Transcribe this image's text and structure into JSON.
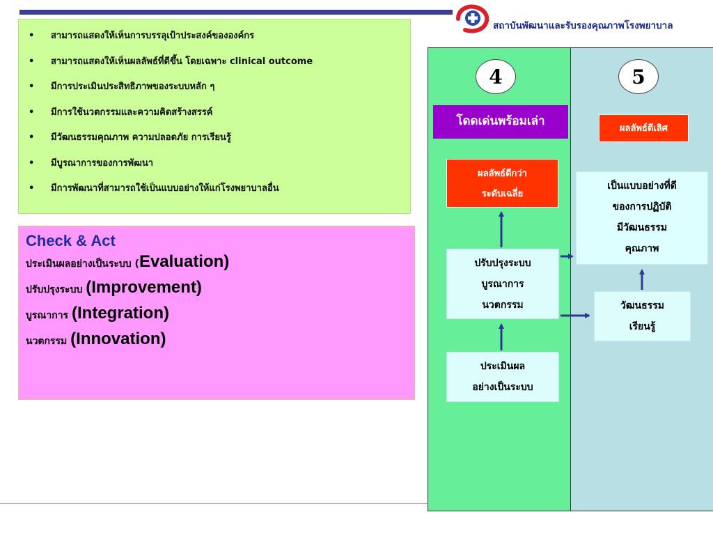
{
  "header": {
    "org_name": "สถาบันพัฒนาและรับรองคุณภาพโรงพยาบาล",
    "colors": {
      "topbar": "#3b3f94",
      "logo_red": "#dd1f2b",
      "logo_blue": "#2a4aa8"
    }
  },
  "bullets": {
    "items": [
      "สามารถแสดงให้เห็นการบรรลุเป้าประสงค์ขององค์กร",
      "สามารถแสดงให้เห็นผลลัพธ์ที่ดีขึ้น โดยเฉพาะ clinical outcome",
      "มีการประเมินประสิทธิภาพของระบบหลัก ๆ",
      "มีการใช้นวตกรรมและความคิดสร้างสรรค์",
      "มีวัฒนธรรมคุณภาพ ความปลอดภัย การเรียนรู้",
      "มีบูรณาการของการพัฒนา",
      "มีการพัฒนาที่สามารถใช้เป็นแบบอย่างให้แก่โรงพยาบาลอื่น"
    ],
    "bullet_char": "•"
  },
  "check_act": {
    "title": "Check & Act",
    "rows": [
      {
        "th": "ประเมินผลอย่างเป็นระบบ (",
        "en": "Evaluation)"
      },
      {
        "th": "ปรับปรุงระบบ ",
        "en": "(Improvement)"
      },
      {
        "th": "บูรณาการ ",
        "en": "(Integration)"
      },
      {
        "th": "นวตกรรม ",
        "en": "(Innovation)"
      }
    ]
  },
  "columns": {
    "level4": {
      "number": "4",
      "header": "โดดเด่นพร้อมเล่า",
      "better_outcome": [
        "ผลลัพธ์ดีกว่า",
        "ระดับเฉลี่ย"
      ],
      "improve": [
        "ปรับปรุงระบบ",
        "บูรณาการ",
        "นวตกรรม"
      ],
      "evaluate": [
        "ประเมินผล",
        "อย่างเป็นระบบ"
      ]
    },
    "level5": {
      "number": "5",
      "header": "ผลลัพธ์ดีเลิศ",
      "role_model": [
        "เป็นแบบอย่างที่ดี",
        "ของการปฏิบัติ",
        "มีวัฒนธรรม",
        "คุณภาพ"
      ],
      "culture": [
        "วัฒนธรรม",
        "เรียนรู้"
      ]
    }
  },
  "colors": {
    "bullet_bg": "#ccff99",
    "checkact_bg": "#ff99ff",
    "col4_bg": "#66ee99",
    "col5_bg": "#b8dfe3",
    "purple": "#9900cc",
    "red": "#ff3300",
    "arrow": "#2b3990"
  }
}
